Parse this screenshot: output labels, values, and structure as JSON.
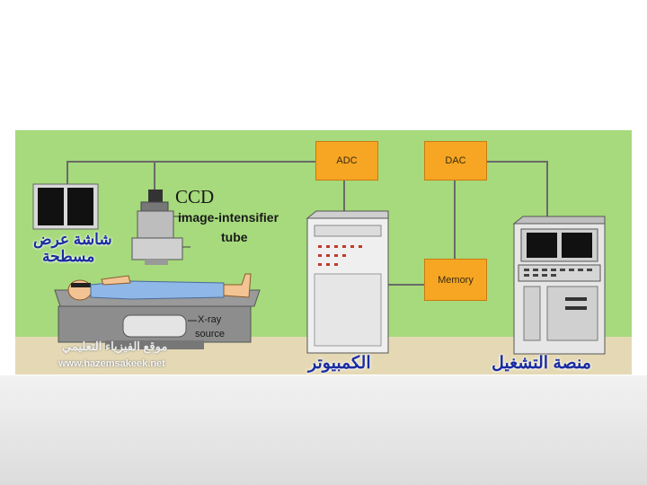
{
  "diagram": {
    "blocks": {
      "adc": "ADC",
      "dac": "DAC",
      "memory": "Memory"
    },
    "labels": {
      "ccd": "CCD",
      "intensifier_line1": "image-intensifier",
      "intensifier_line2": "tube",
      "xray_line1": "X-ray",
      "xray_line2": "source",
      "screen_line1": "شاشة عرض",
      "screen_line2": "مسطحة",
      "computer": "الكمبيوتر",
      "console": "منصة التشغيل"
    },
    "watermark": {
      "line1": "موقع الفيزياء التعليمي",
      "line2": "www.hazemsakeek.net"
    }
  },
  "colors": {
    "panel": "#a6da7c",
    "block": "#f6a623",
    "text_ar": "#1a2da0"
  }
}
